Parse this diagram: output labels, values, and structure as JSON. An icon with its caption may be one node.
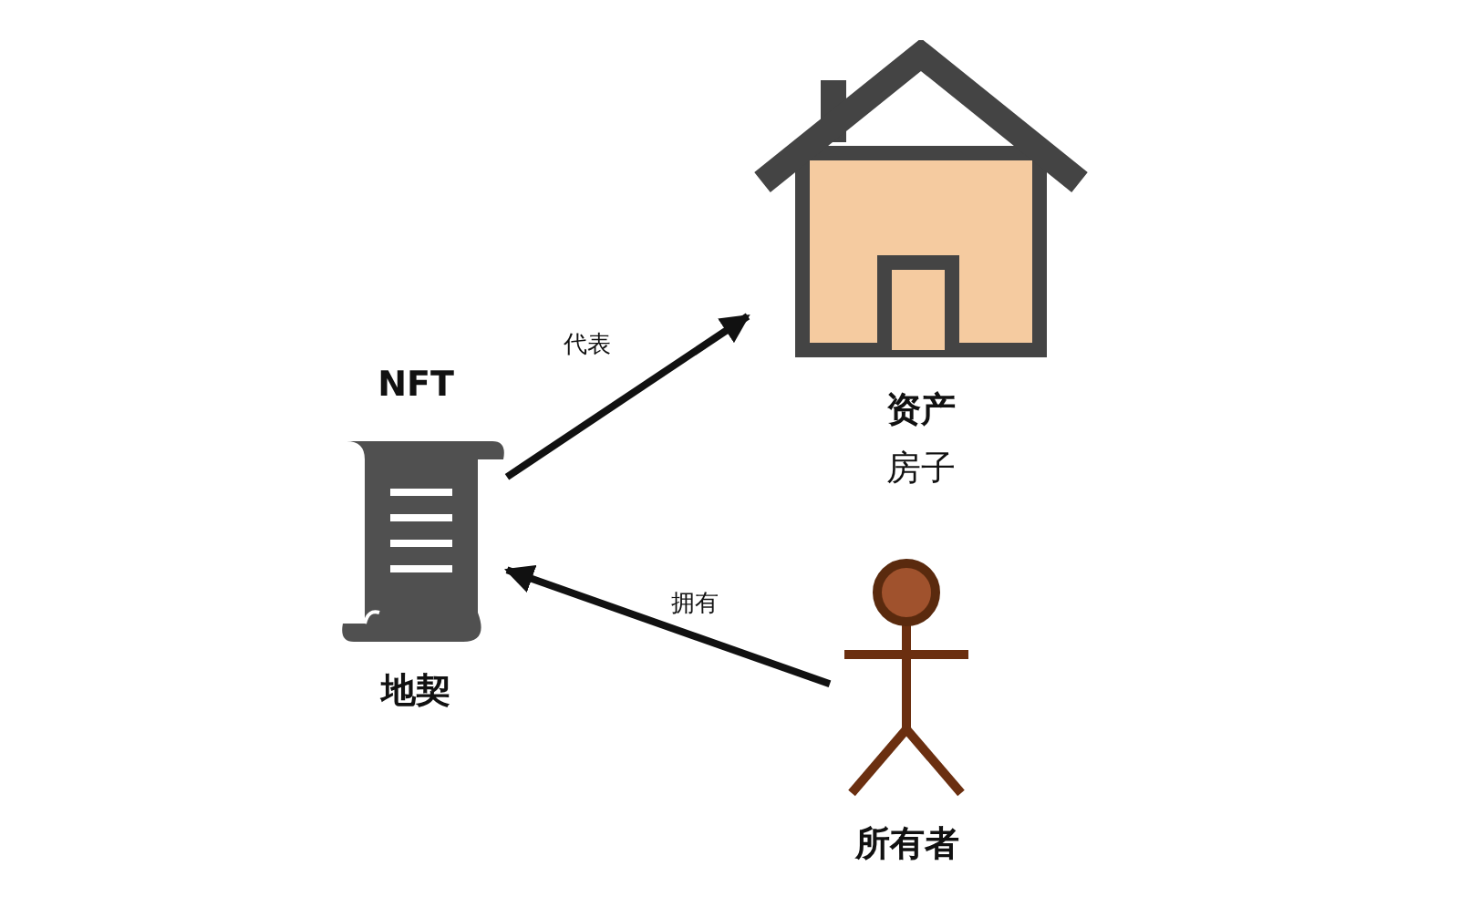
{
  "diagram": {
    "nodes": [
      {
        "text": [
          "资产",
          "房子"
        ]
      },
      {
        "text": [
          "NFT",
          "地契"
        ]
      },
      {
        "text": [
          "所有者"
        ]
      }
    ],
    "edges": [
      {
        "from": 1,
        "to": 0,
        "arrow": "to",
        "label": "代表"
      },
      {
        "from": 2,
        "to": 1,
        "arrow": "to",
        "label": "拥有"
      }
    ]
  }
}
